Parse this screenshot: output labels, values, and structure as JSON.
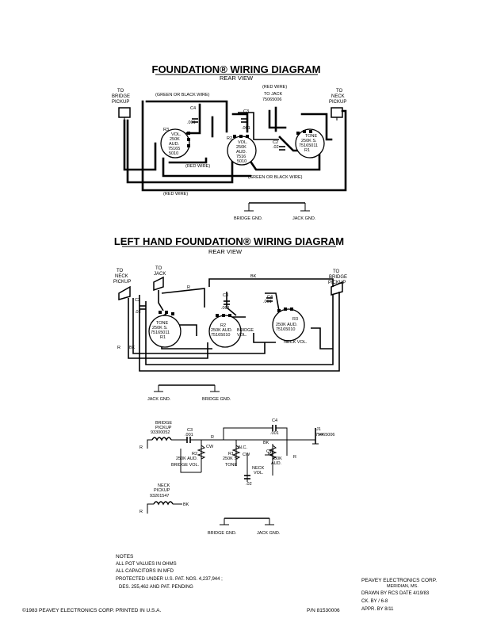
{
  "top": {
    "title": "FOUNDATION® WIRING DIAGRAM",
    "subtitle": "REAR VIEW",
    "labels": {
      "bridge_pickup": [
        "TO",
        "BRIDGE",
        "PICKUP"
      ],
      "neck_pickup": [
        "TO",
        "NECK",
        "PICKUP"
      ],
      "jack": [
        "TO JACK",
        "75065006"
      ],
      "green_black_1": "(GREEN OR BLACK WIRE)",
      "red_wire_top": "(RED WIRE)",
      "red_wire_mid": "(RED WIRE)",
      "green_black_2": "(GREEN OR BLACK WIRE)",
      "red_wire_low": "(RED WIRE)",
      "bridge_gnd": "BRIDGE GND.",
      "jack_gnd": "JACK GND."
    },
    "caps": [
      {
        "name": "C4",
        "value": ".001"
      },
      {
        "name": "C3",
        "value": ".001"
      },
      {
        "name": "C2",
        "value": ".02"
      }
    ],
    "pots": [
      {
        "ref": "R3",
        "lines": [
          "VOL.",
          "250K",
          "AUD.",
          "75165",
          "5010"
        ]
      },
      {
        "ref": "R2",
        "lines": [
          "VOL.",
          "250K",
          "AUD.",
          "7516",
          "5010"
        ]
      },
      {
        "ref": "R1",
        "lines": [
          "TONE",
          "250K S.",
          "75165011"
        ]
      }
    ]
  },
  "left": {
    "title": "LEFT HAND FOUNDATION® WIRING DIAGRAM",
    "subtitle": "REAR VIEW",
    "labels": {
      "neck_pickup": [
        "TO",
        "NECK",
        "PICKUP"
      ],
      "jack": [
        "TO",
        "JACK"
      ],
      "bridge_pickup": [
        "TO",
        "BRIDGE",
        "PICKUP"
      ],
      "r": "R",
      "bk": "BK",
      "bridge_vol": [
        "BRIDGE",
        "VOL."
      ],
      "neck_vol": "NECK VOL.",
      "jack_gnd": "JACK GND.",
      "bridge_gnd": "BRIDGE GND."
    },
    "caps": [
      {
        "name": "C2",
        "value": ".02"
      },
      {
        "name": "C3",
        "value": ".001"
      },
      {
        "name": "C4",
        "value": ".001"
      }
    ],
    "pots": [
      {
        "ref": "R1",
        "lines": [
          "TONE",
          "250K S.",
          "75165011"
        ]
      },
      {
        "ref": "R2",
        "lines": [
          "250K AUD.",
          "75165010"
        ]
      },
      {
        "ref": "R3",
        "lines": [
          "250K AUD.",
          "75165010"
        ]
      }
    ]
  },
  "schematic": {
    "bridge_pickup": [
      "BRIDGE",
      "PICKUP",
      "93300052"
    ],
    "neck_pickup": [
      "NECK",
      "PICKUP",
      "93201547"
    ],
    "jack": [
      "J1",
      "75065006"
    ],
    "c3": [
      "C3",
      ".001"
    ],
    "c4": [
      "C4",
      ".001"
    ],
    "c2": ".02",
    "nc": "N.C.",
    "cw": "CW",
    "r": "R",
    "bk": "BK",
    "r2": [
      "R2",
      "250K AUD.",
      "BRIDGE VOL."
    ],
    "r1": [
      "R1",
      "250K S.",
      "TONE"
    ],
    "r3": [
      "R3",
      "250K",
      "AUD."
    ],
    "neck_vol": [
      "NECK",
      "VOL."
    ],
    "bridge_gnd": "BRIDGE GND.",
    "jack_gnd": "JACK GND."
  },
  "notes": {
    "heading": "NOTES",
    "lines": [
      "ALL POT VALUES IN OHMS",
      "ALL CAPACITORS IN MFD",
      "PROTECTED UNDER U.S. PAT. NOS. 4,237,944 ;",
      "DES. 255,462 AND PAT. PENDING"
    ]
  },
  "titleblock": {
    "company": "PEAVEY ELECTRONICS CORP.",
    "city": "MERIDIAN, MS.",
    "drawn": "DRAWN BY RCS DATE 4/19/83",
    "ck": "CK. BY  /  6-8",
    "appr": "APPR. BY  8/11"
  },
  "footer": {
    "copyright": "©1983 PEAVEY ELECTRONICS CORP. PRINTED IN U.S.A.",
    "part_no": "P/N 81530006"
  }
}
